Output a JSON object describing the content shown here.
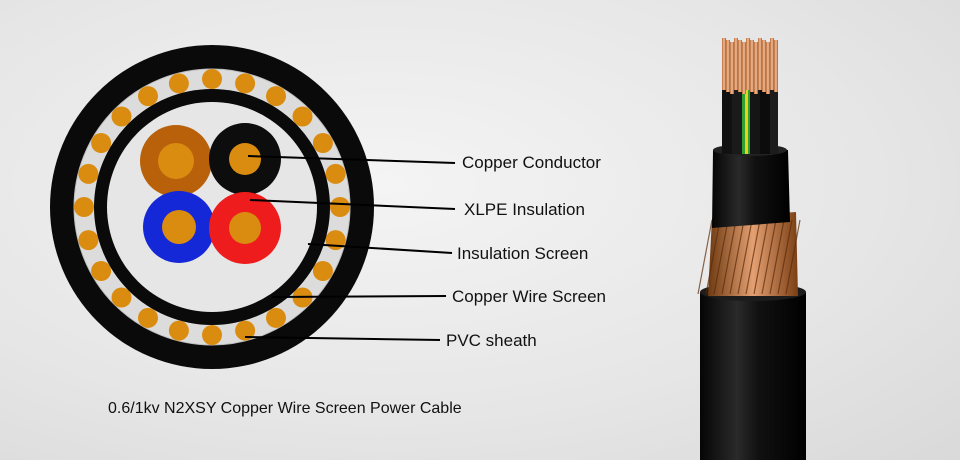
{
  "labels": {
    "copper_conductor": "Copper Conductor",
    "xlpe_insulation": "XLPE Insulation",
    "insulation_screen": "Insulation Screen",
    "copper_wire_screen": "Copper Wire Screen",
    "pvc_sheath": "PVC sheath"
  },
  "caption": "0.6/1kv N2XSY Copper Wire Screen Power Cable",
  "colors": {
    "sheath": "#0a0a0a",
    "copper": "#d98c10",
    "core_brown": "#b8610a",
    "core_black": "#0d0d0d",
    "core_blue": "#1428d8",
    "core_red": "#ee1c1c",
    "screen_fill": "#e4e4e4"
  }
}
